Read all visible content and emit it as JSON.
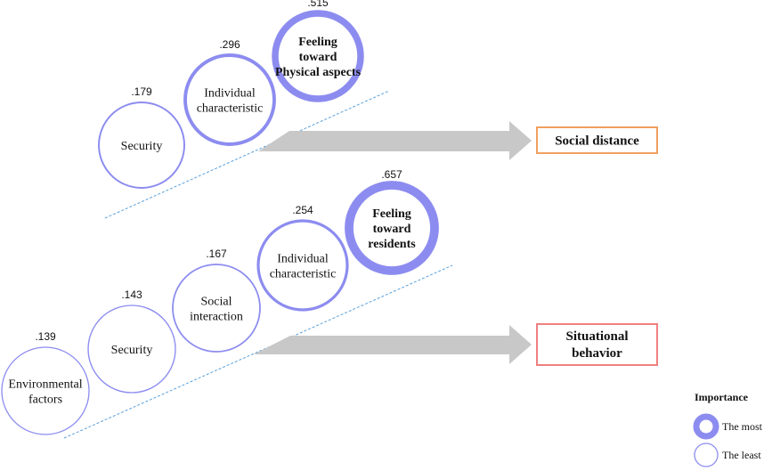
{
  "colors": {
    "circle_stroke": "#8c8cf0",
    "arrow_fill": "#c8c8c8",
    "guide_line": "#5aa0dc",
    "social_distance_border": "#f0a060",
    "situational_behavior_border": "#f08080"
  },
  "groups": [
    {
      "name": "social-distance",
      "factors": [
        {
          "label": "Security",
          "value": ".179",
          "weight": 0.179
        },
        {
          "label": "Individual characteristic",
          "value": ".296",
          "weight": 0.296
        },
        {
          "label": "Feeling toward Physical aspects",
          "value": ".515",
          "weight": 0.515
        }
      ],
      "outcome": "Social distance"
    },
    {
      "name": "situational-behavior",
      "factors": [
        {
          "label": "Environmental factors",
          "value": ".139",
          "weight": 0.139
        },
        {
          "label": "Security",
          "value": ".143",
          "weight": 0.143
        },
        {
          "label": "Social interaction",
          "value": ".167",
          "weight": 0.167
        },
        {
          "label": "Individual characteristic",
          "value": ".254",
          "weight": 0.254
        },
        {
          "label": "Feeling toward residents",
          "value": ".657",
          "weight": 0.657
        }
      ],
      "outcome": "Situational behavior"
    }
  ],
  "legend": {
    "title": "Importance",
    "most": "The most",
    "least": "The least"
  }
}
